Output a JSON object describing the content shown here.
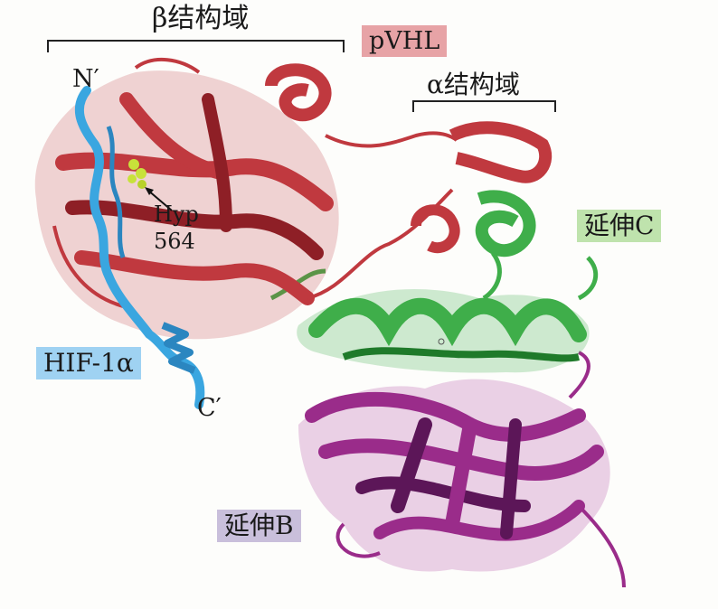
{
  "labels": {
    "beta_domain": "β结构域",
    "alpha_domain": "α结构域",
    "pvhl": "pVHL",
    "elongin_c": "延伸C",
    "elongin_b": "延伸B",
    "hif": "HIF-1α",
    "n_term": "N′",
    "c_term": "C′",
    "hyp": "Hyp",
    "hyp_num": "564"
  },
  "colors": {
    "pvhl": "#c0393f",
    "pvhl_dark": "#8e1f26",
    "pvhl_box": "#e7a3a6",
    "elongin_c": "#3fae4a",
    "elongin_c_dark": "#1f7a2a",
    "elongin_c_box": "#bfe3ad",
    "elongin_b": "#9a2c8a",
    "elongin_b_dark": "#5c1658",
    "elongin_b_box": "#c9bfdb",
    "hif": "#3aa6e0",
    "hif_box": "#9fd2f2",
    "hyp_atoms": "#c8e23a"
  }
}
